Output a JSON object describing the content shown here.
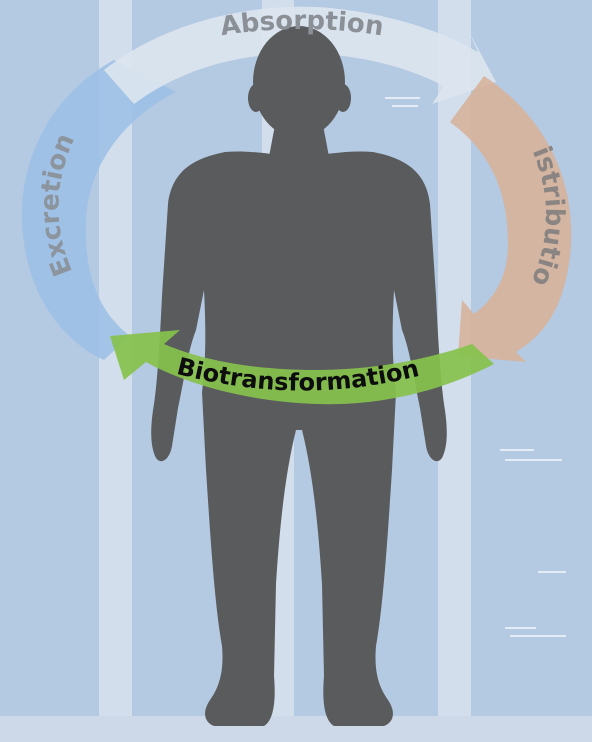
{
  "colors": {
    "background": "#b4c9e2",
    "stripe": "#d2deec",
    "floor": "#cdd9e8",
    "body": "#5a5b5d",
    "absorption_arrow": "#dde5ef",
    "absorption_text": "#8b9097",
    "distribution_arrow": "#d6b39b",
    "distribution_text": "#8a8582",
    "excretion_arrow": "#9bc0e5",
    "excretion_text": "#8c949e",
    "biotransformation_arrow": "#86c24d",
    "biotransformation_text": "#0d0d0d"
  },
  "labels": {
    "absorption": "Absorption",
    "distribution": "Distribution",
    "biotransformation": "Biotransformation",
    "excretion": "Excretion"
  },
  "figure": {
    "icon": "human-silhouette-icon"
  }
}
